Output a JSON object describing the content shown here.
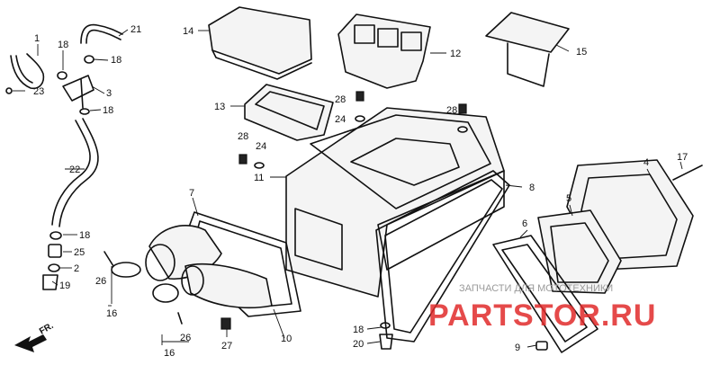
{
  "diagram": {
    "callouts": [
      "1",
      "18",
      "21",
      "18",
      "23",
      "3",
      "18",
      "22",
      "18",
      "25",
      "2",
      "19",
      "26",
      "16",
      "7",
      "14",
      "13",
      "28",
      "24",
      "11",
      "12",
      "28",
      "24",
      "15",
      "8",
      "4",
      "17",
      "5",
      "6",
      "9",
      "10",
      "26",
      "16",
      "27",
      "18",
      "20"
    ],
    "watermark_small": "ЗАПЧАСТИ ДЛЯ МОТОТЕХНИКИ",
    "watermark_large": "PARTSTOR.RU",
    "direction_label": "FR."
  },
  "colors": {
    "line": "#111111",
    "watermark_red": "#e12a2a",
    "watermark_gray": "#9a9a9a"
  }
}
